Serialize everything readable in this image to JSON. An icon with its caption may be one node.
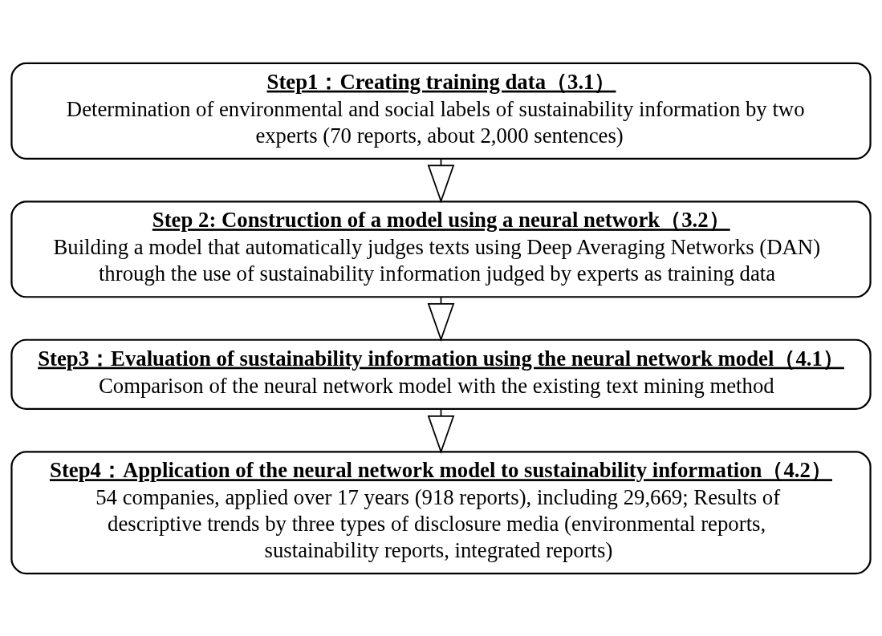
{
  "diagram": {
    "nodes": [
      {
        "text": [
          "Step1：Creating training data（3.1）",
          "Determination of environmental and social labels of sustainability information by two experts (70 reports, about 2,000 sentences)"
        ]
      },
      {
        "text": [
          "Step 2: Construction of a model using a neural network（3.2）",
          "Building a model that automatically judges texts using Deep Averaging Networks (DAN) through the use of sustainability information judged by experts as training data"
        ]
      },
      {
        "text": [
          "Step3：Evaluation of sustainability information using the neural network model（4.1）",
          "Comparison of the neural network model with the existing text mining method"
        ]
      },
      {
        "text": [
          "Step4：Application of the neural network model to sustainability information（4.2）",
          "54 companies, applied over 17 years (918 reports), including 29,669; Results of descriptive trends by three types of disclosure media (environmental reports, sustainability reports, integrated reports)"
        ]
      }
    ],
    "edges": [
      {
        "from": 0,
        "to": 1,
        "arrow": "to"
      },
      {
        "from": 1,
        "to": 2,
        "arrow": "to"
      },
      {
        "from": 2,
        "to": 3,
        "arrow": "to"
      }
    ]
  }
}
